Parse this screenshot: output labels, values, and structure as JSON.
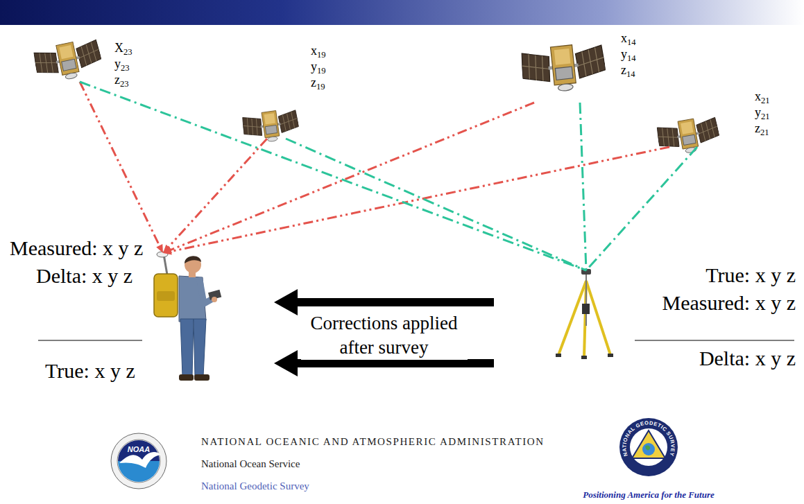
{
  "diagram": {
    "nodes": [
      {
        "text": [
          "X23",
          "y23",
          "z23"
        ]
      },
      {
        "text": [
          "x19",
          "y19",
          "z19"
        ]
      },
      {
        "text": [
          "x14",
          "y14",
          "z14"
        ]
      },
      {
        "text": [
          "x21",
          "y21",
          "z21"
        ]
      },
      {
        "text": [
          "Measured: x y z",
          "Delta: x y z",
          "True: x y z"
        ]
      },
      {
        "text": [
          "True: x y z",
          "Measured: x y z",
          "Delta: x y z"
        ]
      }
    ],
    "edges": [
      {
        "from": 0,
        "to": 4,
        "arrow": "to"
      },
      {
        "from": 1,
        "to": 4,
        "arrow": "to"
      },
      {
        "from": 2,
        "to": 4,
        "arrow": "to"
      },
      {
        "from": 3,
        "to": 4,
        "arrow": "to"
      },
      {
        "from": 0,
        "to": 5,
        "arrow": "none"
      },
      {
        "from": 1,
        "to": 5,
        "arrow": "none"
      },
      {
        "from": 2,
        "to": 5,
        "arrow": "none"
      },
      {
        "from": 3,
        "to": 5,
        "arrow": "none"
      },
      {
        "from": 5,
        "to": 4,
        "arrow": "to",
        "label": "Corrections applied after survey"
      },
      {
        "from": 5,
        "to": 4,
        "arrow": "to"
      }
    ],
    "labels": [
      "NOAA",
      "NATIONAL OCEANIC AND ATMOSPHERIC ADMINISTRATION",
      "National Ocean Service",
      "National Geodetic Survey",
      "NATIONAL GEODETIC SURVEY",
      "Positioning America for the Future"
    ]
  }
}
